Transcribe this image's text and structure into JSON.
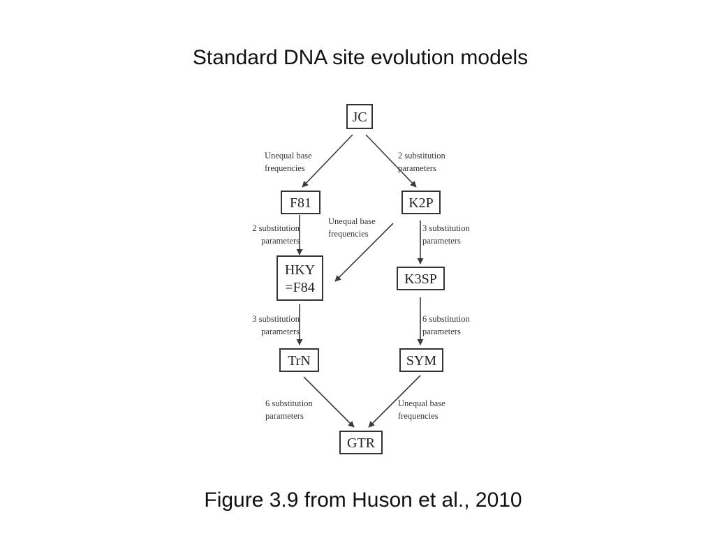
{
  "title": "Standard DNA site evolution models",
  "caption": "Figure 3.9 from Huson et al., 2010",
  "diagram": {
    "nodes": [
      {
        "id": "jc",
        "label_lines": [
          "JC"
        ]
      },
      {
        "id": "f81",
        "label_lines": [
          "F81"
        ]
      },
      {
        "id": "k2p",
        "label_lines": [
          "K2P"
        ]
      },
      {
        "id": "hky",
        "label_lines": [
          "HKY",
          "=F84"
        ]
      },
      {
        "id": "k3sp",
        "label_lines": [
          "K3SP"
        ]
      },
      {
        "id": "trn",
        "label_lines": [
          "TrN"
        ]
      },
      {
        "id": "sym",
        "label_lines": [
          "SYM"
        ]
      },
      {
        "id": "gtr",
        "label_lines": [
          "GTR"
        ]
      }
    ],
    "edges": [
      {
        "id": "jc-f81",
        "from": "JC",
        "to": "F81",
        "label_lines": [
          "Unequal base",
          "frequencies"
        ]
      },
      {
        "id": "jc-k2p",
        "from": "JC",
        "to": "K2P",
        "label_lines": [
          "2 substitution",
          "parameters"
        ]
      },
      {
        "id": "f81-hky",
        "from": "F81",
        "to": "HKY",
        "label_lines": [
          "2 substitution",
          "parameters"
        ]
      },
      {
        "id": "k2p-hky",
        "from": "K2P",
        "to": "HKY",
        "label_lines": [
          "Unequal base",
          "frequencies"
        ]
      },
      {
        "id": "k2p-k3sp",
        "from": "K2P",
        "to": "K3SP",
        "label_lines": [
          "3 substitution",
          "parameters"
        ]
      },
      {
        "id": "hky-trn",
        "from": "HKY",
        "to": "TrN",
        "label_lines": [
          "3 substitution",
          "parameters"
        ]
      },
      {
        "id": "k3sp-sym",
        "from": "K3SP",
        "to": "SYM",
        "label_lines": [
          "6 substitution",
          "parameters"
        ]
      },
      {
        "id": "trn-gtr",
        "from": "TrN",
        "to": "GTR",
        "label_lines": [
          "6 substitution",
          "parameters"
        ]
      },
      {
        "id": "sym-gtr",
        "from": "SYM",
        "to": "GTR",
        "label_lines": [
          "Unequal base",
          "frequencies"
        ]
      }
    ]
  }
}
